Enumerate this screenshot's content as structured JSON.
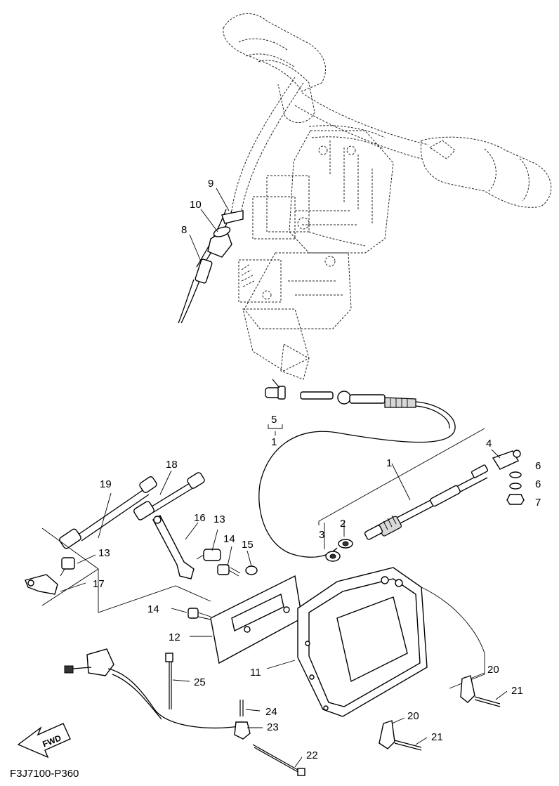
{
  "diagram": {
    "callouts": [
      "9",
      "10",
      "8",
      "5",
      "1",
      "4",
      "6",
      "6",
      "7",
      "1",
      "2",
      "3",
      "19",
      "18",
      "16",
      "13",
      "14",
      "15",
      "13",
      "17",
      "14",
      "12",
      "11",
      "25",
      "24",
      "23",
      "22",
      "20",
      "21",
      "20",
      "21"
    ],
    "fwd_label": "FWD",
    "figure_code": "F3J7100-P360"
  }
}
